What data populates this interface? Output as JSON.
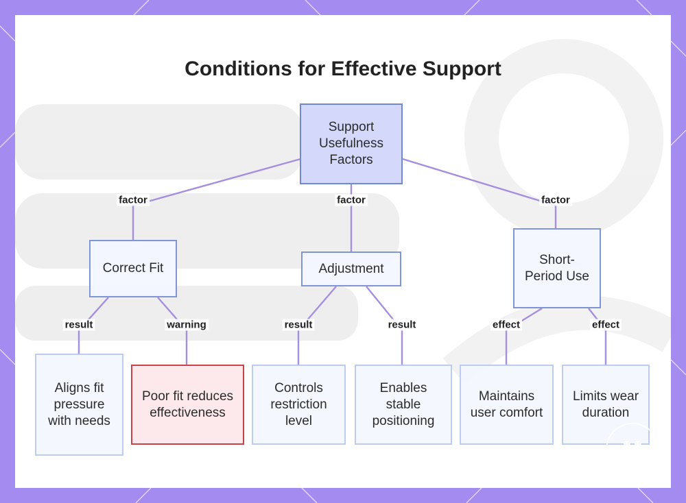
{
  "title": "Conditions for Effective Support",
  "colors": {
    "frame": "#a48bf0",
    "edge": "#a58ee0",
    "node_border": "#7f95d6",
    "warning_border": "#c9424a"
  },
  "nodes": {
    "root": "Support Usefulness Factors",
    "fit": "Correct Fit",
    "adjustment": "Adjustment",
    "short_period": "Short-Period Use",
    "aligns": "Aligns fit pressure with needs",
    "poor_fit": "Poor fit reduces effectiveness",
    "controls": "Controls restriction level",
    "enables": "Enables stable positioning",
    "maintains": "Maintains user comfort",
    "limits": "Limits wear duration"
  },
  "edge_labels": {
    "root_fit": "factor",
    "root_adjustment": "factor",
    "root_short": "factor",
    "fit_aligns": "result",
    "fit_poor": "warning",
    "adj_controls": "result",
    "adj_enables": "result",
    "short_maintains": "effect",
    "short_limits": "effect"
  }
}
